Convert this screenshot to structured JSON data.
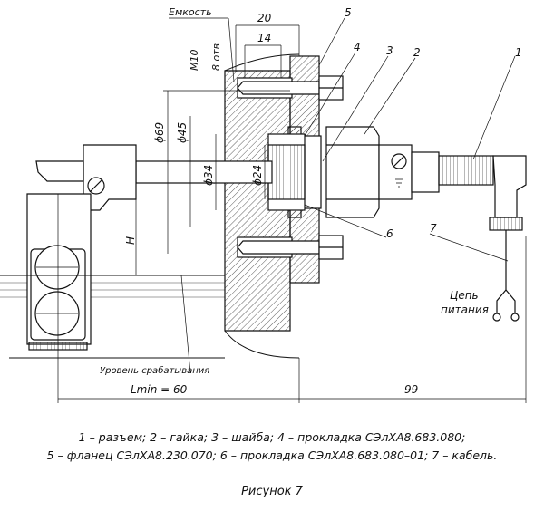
{
  "labels": {
    "container": "Емкость",
    "thread": "M10",
    "holes": "8 отв",
    "dim_20": "20",
    "dim_14": "14",
    "dia_69": "ϕ69",
    "dia_45": "ϕ45",
    "dia_34": "ϕ34",
    "dia_24": "ϕ24",
    "H": "H",
    "level": "Уровень срабатывания",
    "lmin": "Lmin = 60",
    "dim_99": "99",
    "circuit_1": "Цепь",
    "circuit_2": "питания",
    "n1": "1",
    "n2": "2",
    "n3": "3",
    "n4": "4",
    "n5": "5",
    "n6": "6",
    "n7": "7"
  },
  "legend": {
    "line1": "1 – разъем; 2 – гайка; 3 – шайба; 4 – прокладка СЭлХА8.683.080;",
    "line2": "5 – фланец СЭлХА8.230.070; 6 – прокладка СЭлХА8.683.080–01; 7 – кабель."
  },
  "figure_caption": "Рисунок 7",
  "colors": {
    "line": "#111111",
    "hatch": "#333333",
    "liquid": "#222222"
  }
}
